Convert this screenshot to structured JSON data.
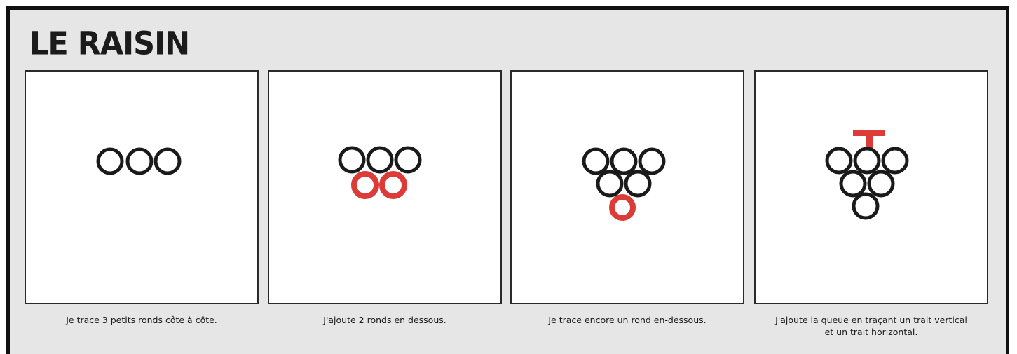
{
  "title": "LE RAISIN",
  "colors": {
    "ink": "#1a1a1a",
    "accent": "#dc3b37",
    "background": "#e6e6e6"
  },
  "steps": [
    {
      "caption": "Je trace 3 petits ronds côte à côte."
    },
    {
      "caption": "J'ajoute 2 ronds en dessous."
    },
    {
      "caption": "Je trace encore un rond en-dessous."
    },
    {
      "caption_line1": "J'ajoute la queue en traçant un trait vertical",
      "caption_line2": "et un trait horizontal."
    }
  ]
}
